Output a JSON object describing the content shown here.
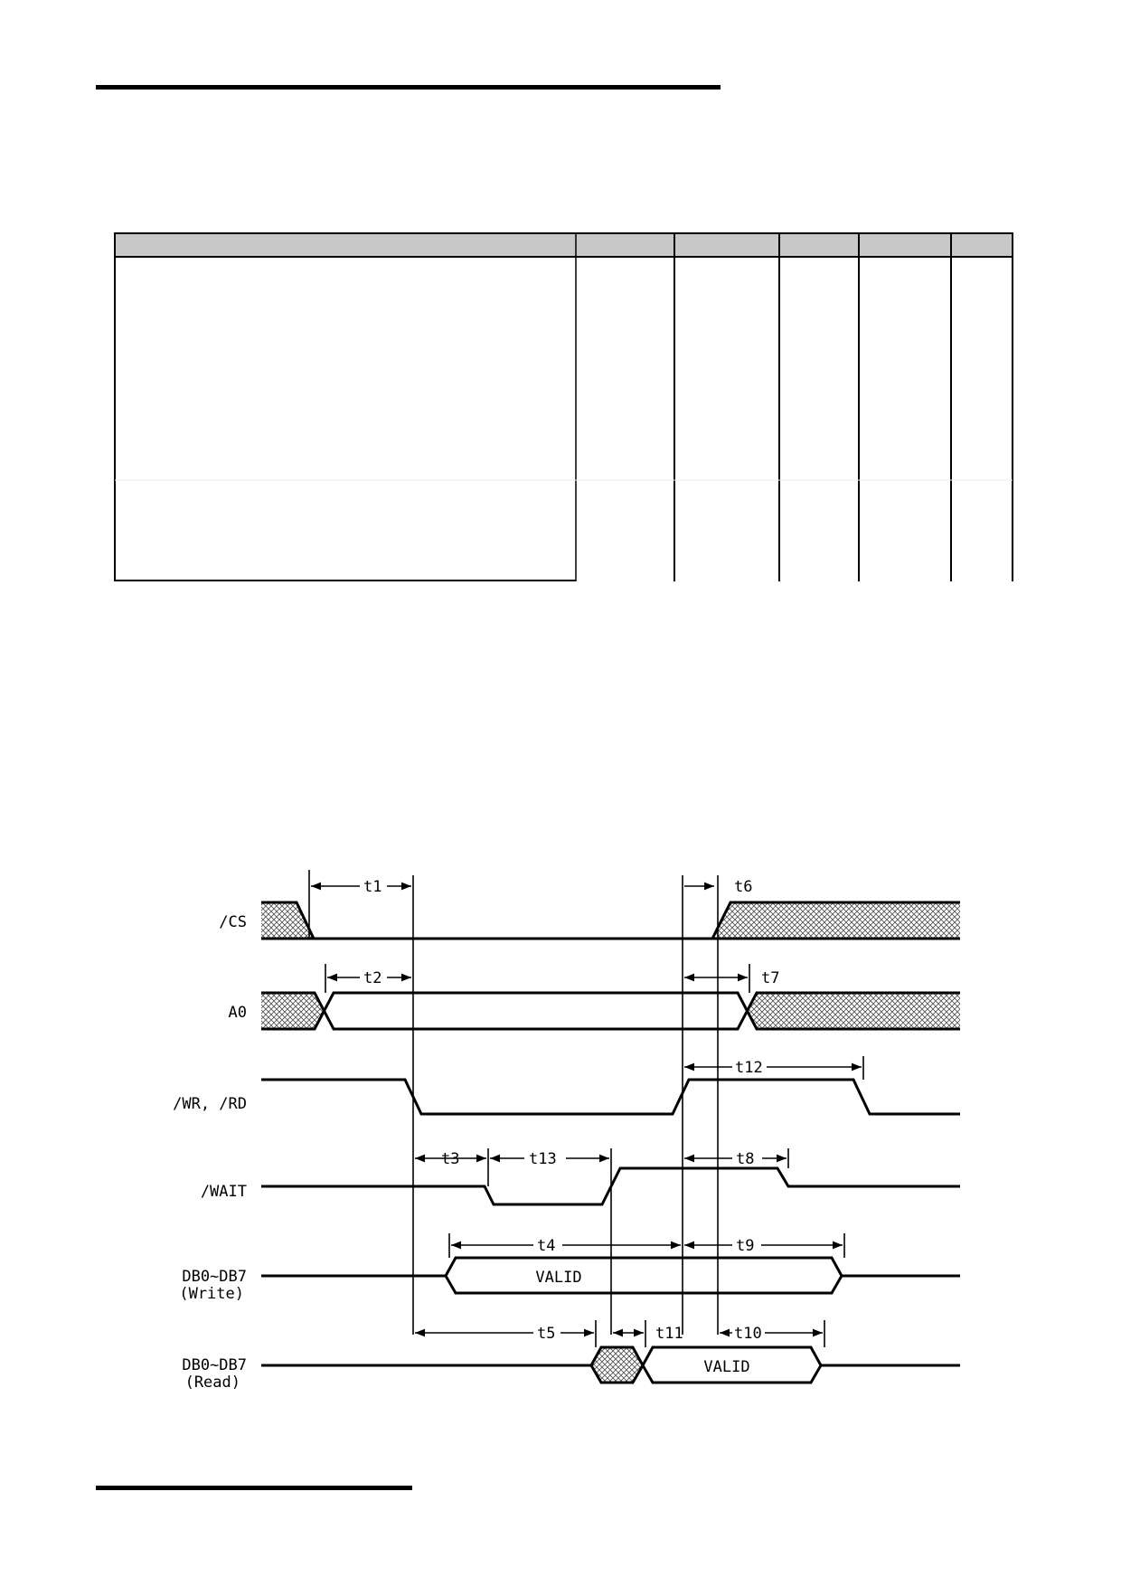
{
  "timing_diagram": {
    "signals": [
      {
        "id": "cs",
        "label": "/CS"
      },
      {
        "id": "a0",
        "label": "A0"
      },
      {
        "id": "wrrd",
        "label": "/WR, /RD"
      },
      {
        "id": "wait",
        "label": "/WAIT"
      },
      {
        "id": "dbw",
        "label": "DB0~DB7",
        "sublabel": "(Write)"
      },
      {
        "id": "dbr",
        "label": "DB0~DB7",
        "sublabel": "(Read)"
      }
    ],
    "timing_labels": {
      "t1": "t1",
      "t2": "t2",
      "t3": "t3",
      "t4": "t4",
      "t5": "t5",
      "t6": "t6",
      "t7": "t7",
      "t8": "t8",
      "t9": "t9",
      "t10": "t10",
      "t11": "t11",
      "t12": "t12",
      "t13": "t13"
    },
    "valid_write": "VALID",
    "valid_read": "VALID"
  }
}
